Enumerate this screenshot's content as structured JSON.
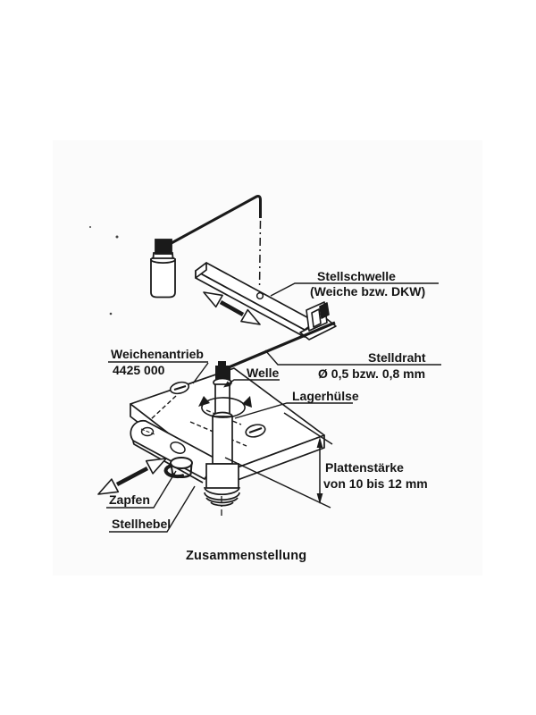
{
  "diagram": {
    "caption": "Zusammenstellung",
    "labels": {
      "stellschwelle": {
        "line1": "Stellschwelle",
        "line2": "(Weiche bzw. DKW)"
      },
      "weichenantrieb": {
        "line1": "Weichenantrieb",
        "line2": "4425 000"
      },
      "stelldraht": {
        "line1": "Stelldraht",
        "line2": "Ø 0,5 bzw. 0,8 mm"
      },
      "welle": "Welle",
      "lagerhuelse": "Lagerhülse",
      "plattenstaerke": {
        "line1": "Plattenstärke",
        "line2": "von 10 bis 12 mm"
      },
      "zapfen": "Zapfen",
      "stellhebel": "Stellhebel"
    },
    "colors": {
      "ink": "#1a1a1a",
      "paper": "#ffffff",
      "scan_area": "#fbfbfb"
    }
  }
}
